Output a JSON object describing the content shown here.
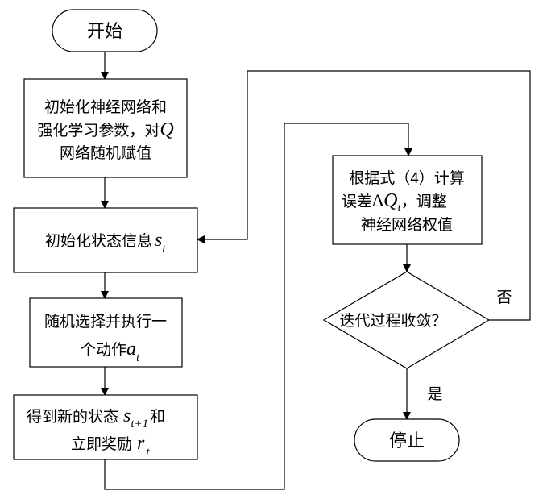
{
  "start": {
    "label": "开始"
  },
  "init_params": {
    "line1": "初始化神经网络和",
    "line2": "强化学习参数，对",
    "line2_var": "Q",
    "line3": "网络随机赋值"
  },
  "init_state": {
    "text": "初始化状态信息",
    "var": "s",
    "sub": "t"
  },
  "select_action": {
    "line1": "随机选择并执行一",
    "line2": "个动作",
    "var": "a",
    "sub": "t"
  },
  "new_state": {
    "line1": "得到新的状态",
    "var1": "s",
    "sub1": "t+1",
    "line1_end": "和",
    "line2": "立即奖励",
    "var2": "r",
    "sub2": "t"
  },
  "update": {
    "line1": "根据式（4）计算",
    "line2_pre": "误差",
    "delta": "Δ",
    "var": "Q",
    "sub": "t",
    "line2_post": "，调整",
    "line3": "神经网络权值"
  },
  "decision": {
    "label": "迭代过程收敛？",
    "no_label": "否",
    "yes_label": "是"
  },
  "stop": {
    "label": "停止"
  }
}
